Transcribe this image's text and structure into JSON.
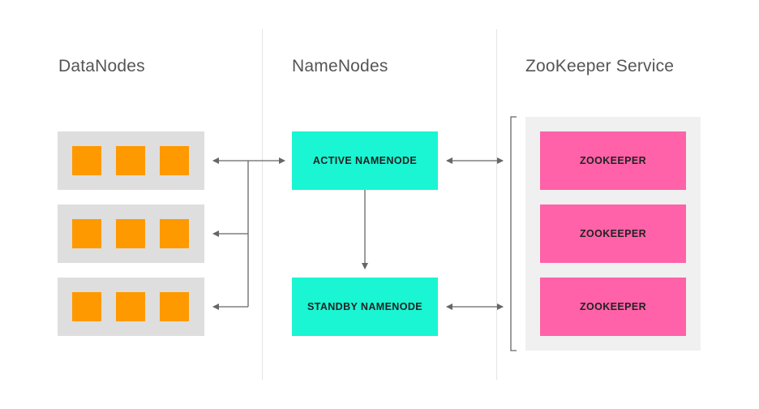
{
  "columns": {
    "datanodes": {
      "title": "DataNodes"
    },
    "namenodes": {
      "title": "NameNodes"
    },
    "zookeeper": {
      "title": "ZooKeeper Service"
    }
  },
  "namenodes": {
    "active": "ACTIVE NAMENODE",
    "standby": "STANDBY NAMENODE"
  },
  "zookeeper_nodes": [
    "ZOOKEEPER",
    "ZOOKEEPER",
    "ZOOKEEPER"
  ],
  "colors": {
    "datanode_block": "#ff9900",
    "datanode_row": "#dedede",
    "namenode": "#1af5d3",
    "zookeeper": "#ff62a8",
    "zookeeper_panel": "#f0f0f0",
    "connector": "#666666"
  }
}
